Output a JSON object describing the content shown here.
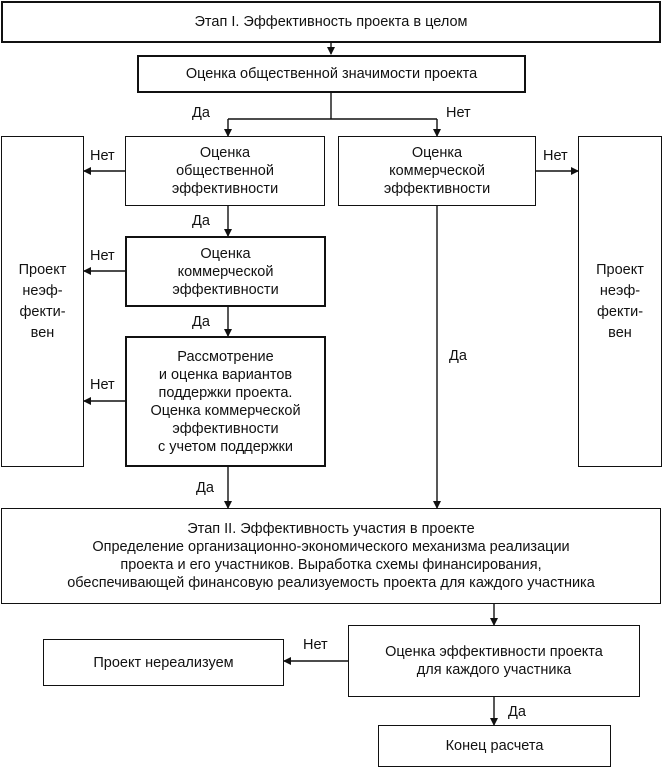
{
  "stage1_title": "Этап I. Эффективность проекта в целом",
  "social_significance": "Оценка общественной значимости проекта",
  "social_efficiency": "Оценка\nобщественной\nэффективности",
  "commercial_left": "Оценка\nкоммерческой\nэффективности",
  "commercial_right": "Оценка\nкоммерческой\nэффективности",
  "support_review": "Рассмотрение\nи оценка вариантов\nподдержки проекта.\nОценка коммерческой\nэффективности\nс учетом поддержки",
  "inefficient_left": "Проект\nнеэф-\nфекти-\nвен",
  "inefficient_right": "Проект\nнеэф-\nфекти-\nвен",
  "stage2": "Этап II. Эффективность участия в проекте\nОпределение организационно-экономического механизма  реализации\nпроекта и его участников. Выработка схемы финансирования,\nобеспечивающей финансовую реализуемость проекта для каждого участника",
  "participant_efficiency": "Оценка эффективности проекта\nдля каждого участника",
  "unrealizable": "Проект нереализуем",
  "end": "Конец расчета",
  "labels": {
    "yes": "Да",
    "no": "Нет"
  }
}
